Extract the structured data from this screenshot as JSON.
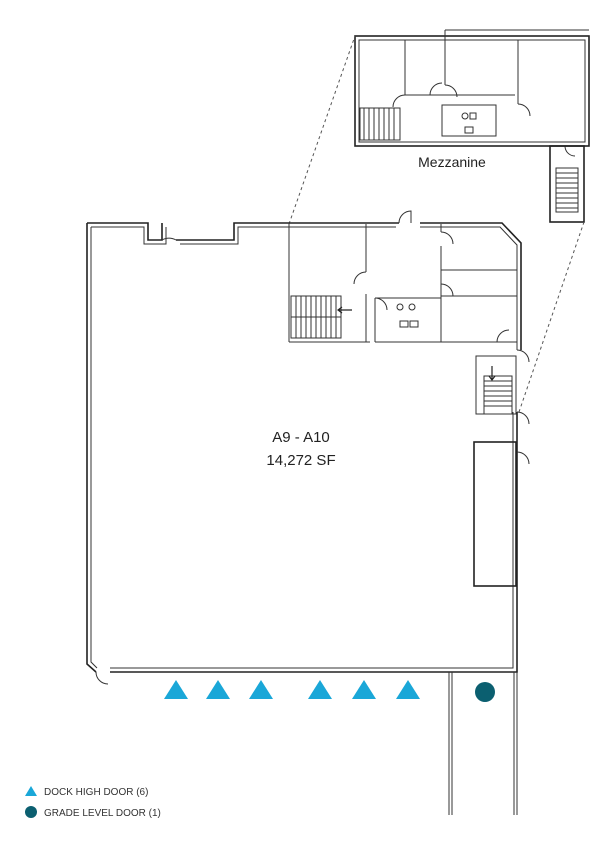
{
  "mezzanine_label": "Mezzanine",
  "unit": {
    "name": "A9 - A10",
    "area": "14,272 SF"
  },
  "legend": [
    {
      "shape": "triangle",
      "color": "#1aa7d8",
      "label": "DOCK HIGH DOOR (6)"
    },
    {
      "shape": "circle",
      "color": "#0b5f70",
      "label": "GRADE LEVEL DOOR (1)"
    }
  ],
  "doors": {
    "dock_high_count": 6,
    "grade_level_count": 1
  }
}
